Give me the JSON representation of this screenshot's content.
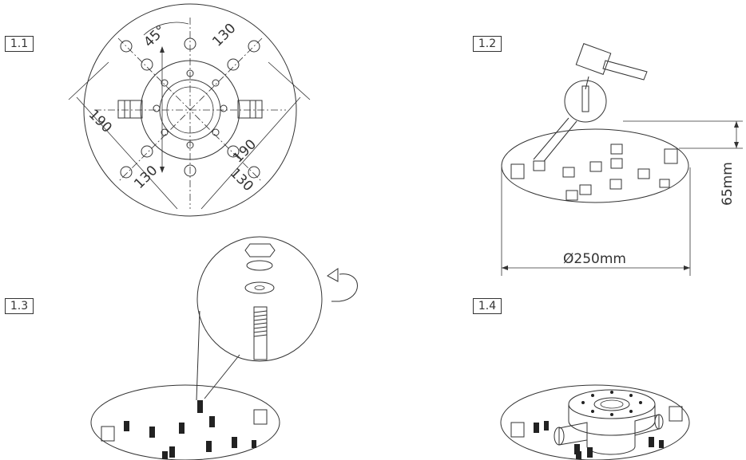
{
  "steps": {
    "s1": {
      "label": "1.1",
      "dims": {
        "angle": "45°",
        "d1": "130",
        "d2": "190",
        "d3": "190",
        "d4": "130",
        "d5": "130"
      }
    },
    "s2": {
      "label": "1.2",
      "height": "65mm",
      "diameter": "Ø250mm"
    },
    "s3": {
      "label": "1.3"
    },
    "s4": {
      "label": "1.4"
    }
  }
}
